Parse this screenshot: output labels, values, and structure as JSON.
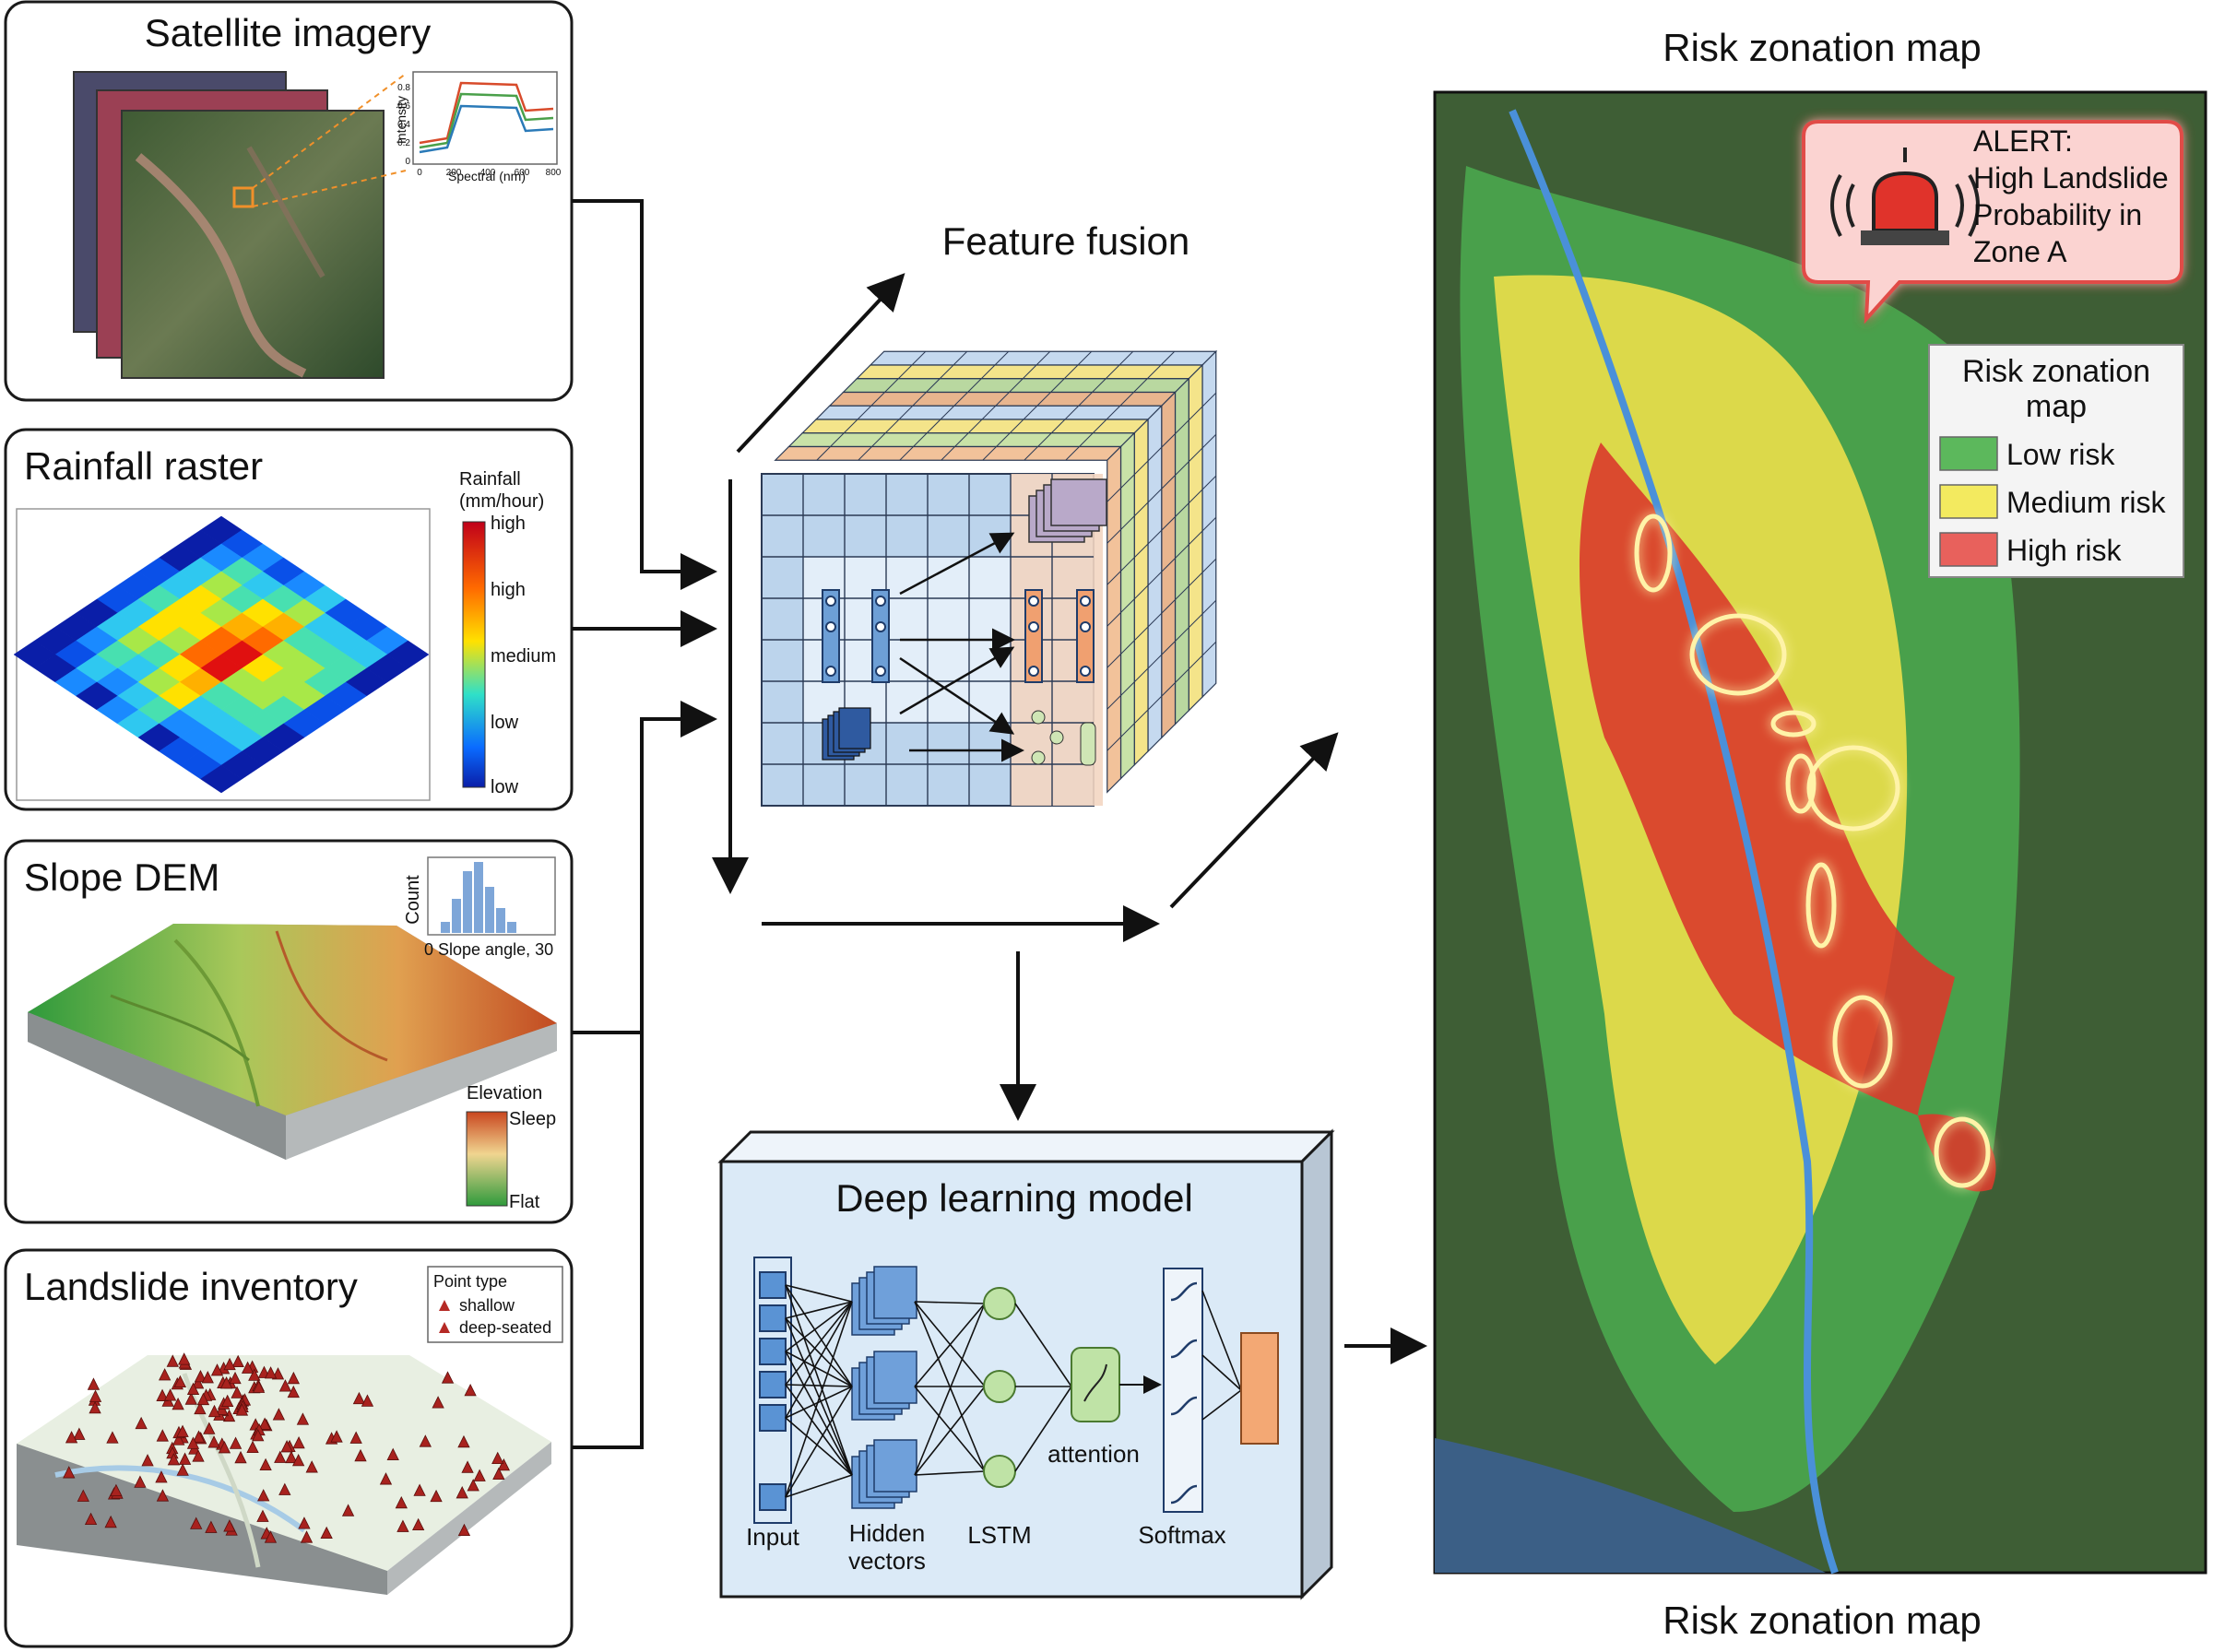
{
  "panels": {
    "satellite": {
      "title": "Satellite imagery",
      "spectrum": {
        "ylabel": "Intensity",
        "xlabel": "Spectral (nm)",
        "xticks": [
          "0",
          "200",
          "400",
          "600",
          "800"
        ],
        "yticks": [
          "0.8",
          "0.6",
          "0.4",
          "0.2",
          "0"
        ]
      }
    },
    "rainfall": {
      "title": "Rainfall raster",
      "legend_title_1": "Rainfall",
      "legend_title_2": "(mm/hour)",
      "legend_labels": [
        "high",
        "high",
        "medium",
        "low",
        "low"
      ]
    },
    "slope": {
      "title": "Slope DEM",
      "hist_ylabel": "Count",
      "hist_xlabel": "0  Slope angle, 30",
      "legend_title": "Elevation",
      "legend_top": "Sleep",
      "legend_bottom": "Flat"
    },
    "inventory": {
      "title": "Landslide inventory",
      "legend_title": "Point type",
      "legend_items": [
        "shallow",
        "deep-seated"
      ]
    }
  },
  "fusion": {
    "title": "Feature fusion"
  },
  "model": {
    "title": "Deep learning model",
    "labels": {
      "input": "Input",
      "hidden_1": "Hidden",
      "hidden_2": "vectors",
      "lstm": "LSTM",
      "attention": "attention",
      "softmax": "Softmax"
    }
  },
  "map": {
    "title_top": "Risk zonation map",
    "title_bottom": "Risk zonation map",
    "alert_lines": [
      "ALERT:",
      "High Landslide",
      "Probability in",
      "Zone A"
    ],
    "legend_title_1": "Risk zonation",
    "legend_title_2": "map",
    "legend_items": [
      {
        "label": "Low risk",
        "color": "#5cb85c"
      },
      {
        "label": "Medium risk",
        "color": "#f3ea5f"
      },
      {
        "label": "High risk",
        "color": "#e8615c"
      }
    ]
  },
  "colors": {
    "low": "#4caf50",
    "medium": "#f0e04a",
    "high": "#d93a2b",
    "cube": "#bcd4ec",
    "model_bg": "#dbeaf7"
  }
}
